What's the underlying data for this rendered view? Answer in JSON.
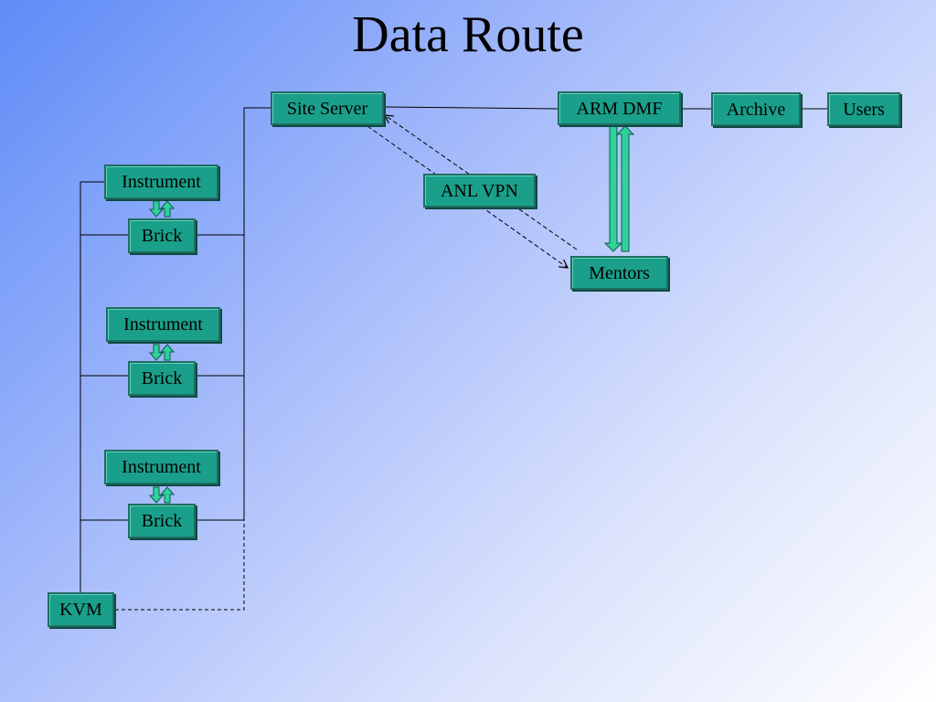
{
  "title": "Data Route",
  "nodes": {
    "site_server": "Site Server",
    "arm_dmf": "ARM DMF",
    "archive": "Archive",
    "users": "Users",
    "anl_vpn": "ANL VPN",
    "mentors": "Mentors",
    "instrument_1": "Instrument",
    "brick_1": "Brick",
    "instrument_2": "Instrument",
    "brick_2": "Brick",
    "instrument_3": "Instrument",
    "brick_3": "Brick",
    "kvm": "KVM"
  },
  "colors": {
    "box_fill": "#1a9f8a",
    "box_border": "#1f6d62",
    "arrow_fill": "#2fd29a",
    "line": "#000000"
  }
}
